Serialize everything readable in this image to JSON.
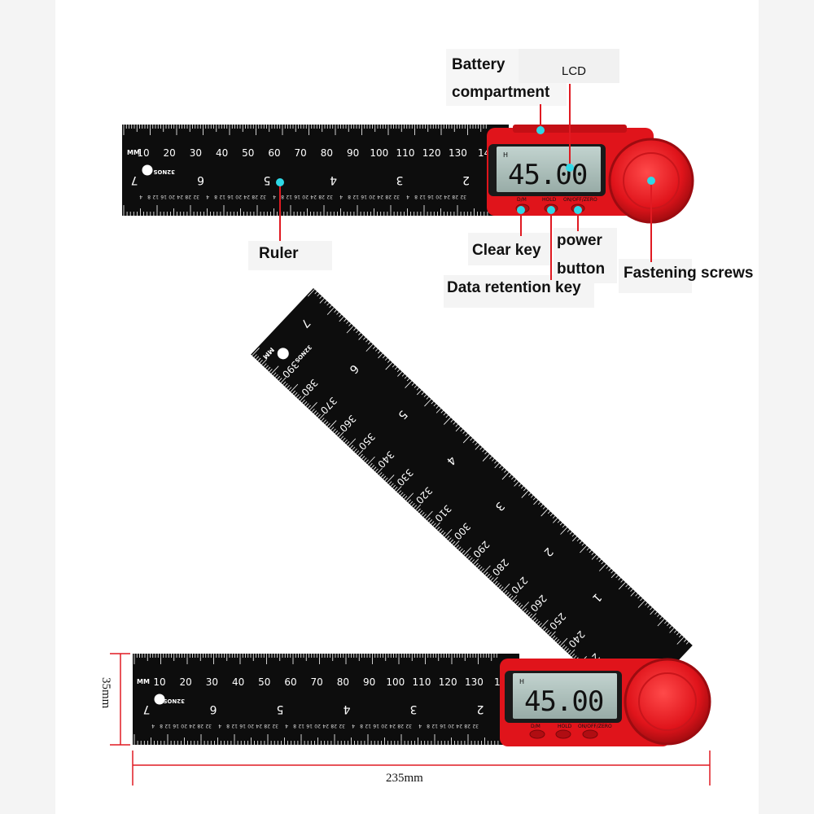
{
  "labels": {
    "battery_line1": "Battery",
    "battery_line2": "compartment",
    "lcd": "LCD",
    "ruler": "Ruler",
    "clear_key": "Clear key",
    "power_line1": "power",
    "power_line2": "button",
    "fastening": "Fastening screws",
    "data_retention": "Data retention key"
  },
  "dimensions": {
    "height": "35mm",
    "width": "235mm"
  },
  "device": {
    "display_value": "45.00",
    "display_flag": "H",
    "buttons": [
      "D/M",
      "HOLD",
      "ON/OFF/ZERO"
    ],
    "brand": "32NOS",
    "unit": "MM"
  },
  "scale": {
    "mm_top": [
      "10",
      "20",
      "30",
      "40",
      "50",
      "60",
      "70",
      "80",
      "90",
      "100",
      "110",
      "120",
      "130",
      "14"
    ],
    "inch_top": [
      "7",
      "6",
      "5",
      "4",
      "3",
      "2"
    ],
    "mm_diag": [
      "390",
      "380",
      "370",
      "360",
      "350",
      "340",
      "330",
      "320",
      "310",
      "300",
      "290",
      "280",
      "270",
      "260",
      "250",
      "240",
      "2"
    ],
    "inch_diag": [
      "7",
      "6",
      "5",
      "4",
      "3",
      "2",
      "1"
    ],
    "fractions": [
      "4",
      "8",
      "12",
      "16",
      "20",
      "24",
      "28",
      "32"
    ]
  },
  "colors": {
    "ruler": "#0d0d0d",
    "housing": "#e0141b",
    "lcd": "#a9bdb8",
    "marker": "#2fd8e6",
    "leader": "#e01a22",
    "dim": "#e01a22"
  }
}
